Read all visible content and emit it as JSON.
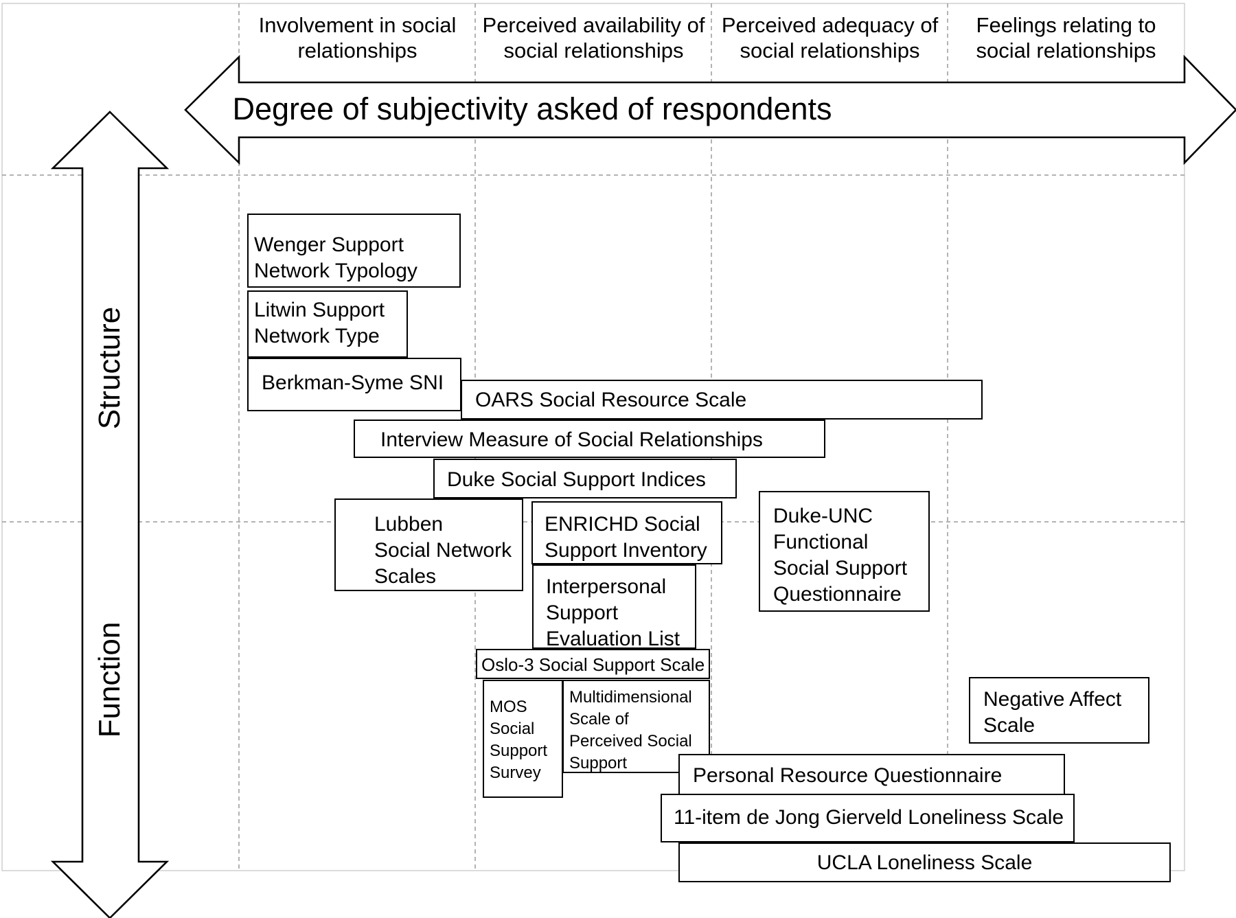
{
  "columns": [
    "Involvement in social relationships",
    "Perceived availability of social relationships",
    "Perceived adequacy of social relationships",
    "Feelings relating to social relationships"
  ],
  "horizontal_axis_label": "Degree of subjectivity asked of respondents",
  "vertical_axis": {
    "top_label": "Structure",
    "bottom_label": "Function"
  },
  "measures": [
    "Wenger Support\nNetwork Typology",
    "Litwin Support\nNetwork Type",
    "Berkman-Syme SNI",
    "OARS Social Resource Scale",
    "Interview Measure of Social Relationships",
    "Duke Social Support Indices",
    "Lubben\nSocial Network\nScales",
    "ENRICHD Social\nSupport Inventory",
    "Duke-UNC\nFunctional\nSocial Support\nQuestionnaire",
    "Interpersonal\nSupport\nEvaluation List",
    "Oslo-3 Social Support Scale",
    "MOS\nSocial\nSupport\nSurvey",
    "Multidimensional\nScale of\nPerceived Social\nSupport",
    "Negative Affect\nScale",
    "Personal Resource Questionnaire",
    "11-item de Jong Gierveld Loneliness Scale",
    "UCLA Loneliness Scale"
  ]
}
